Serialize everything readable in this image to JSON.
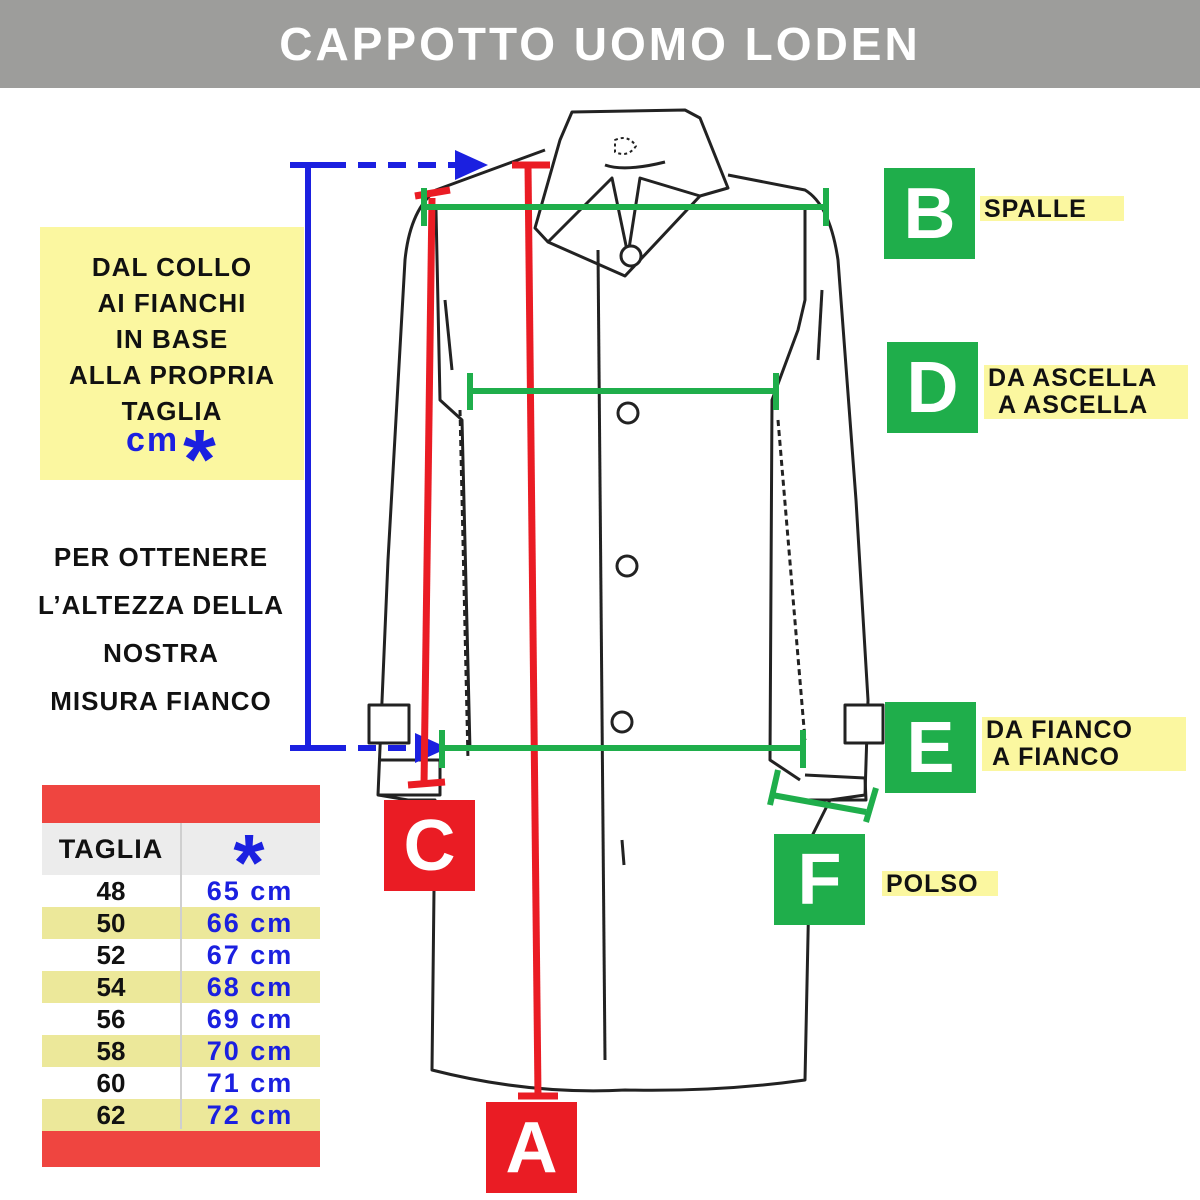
{
  "title": "CAPPOTTO UOMO LODEN",
  "note_box": {
    "lines": [
      "DAL COLLO",
      "AI  FIANCHI",
      "IN BASE",
      "ALLA PROPRIA",
      "TAGLIA"
    ],
    "unit": "cm",
    "symbol": "*"
  },
  "note_below": [
    "PER OTTENERE",
    "L’ALTEZZA  DELLA",
    "NOSTRA",
    "MISURA FIANCO"
  ],
  "labels": {
    "A": {
      "letter": "A"
    },
    "B": {
      "letter": "B",
      "text": [
        "SPALLE"
      ]
    },
    "C": {
      "letter": "C"
    },
    "D": {
      "letter": "D",
      "text": [
        "DA ASCELLA",
        "A ASCELLA"
      ]
    },
    "E": {
      "letter": "E",
      "text": [
        "DA FIANCO",
        "A FIANCO"
      ]
    },
    "F": {
      "letter": "F",
      "text": [
        "POLSO"
      ]
    }
  },
  "table": {
    "header_size": "TAGLIA",
    "header_symbol": "*",
    "rows": [
      {
        "size": "48",
        "value": "65 cm"
      },
      {
        "size": "50",
        "value": "66 cm"
      },
      {
        "size": "52",
        "value": "67 cm"
      },
      {
        "size": "54",
        "value": "68 cm"
      },
      {
        "size": "56",
        "value": "69 cm"
      },
      {
        "size": "58",
        "value": "70 cm"
      },
      {
        "size": "60",
        "value": "71 cm"
      },
      {
        "size": "62",
        "value": "72 cm"
      }
    ]
  },
  "colors": {
    "title_bg": "#9d9d9b",
    "green": "#1fae4b",
    "red": "#ea1c24",
    "blue": "#1b20e0",
    "highlight": "#fbf7a0",
    "table_red": "#ef4540",
    "table_grey": "#ececec"
  }
}
